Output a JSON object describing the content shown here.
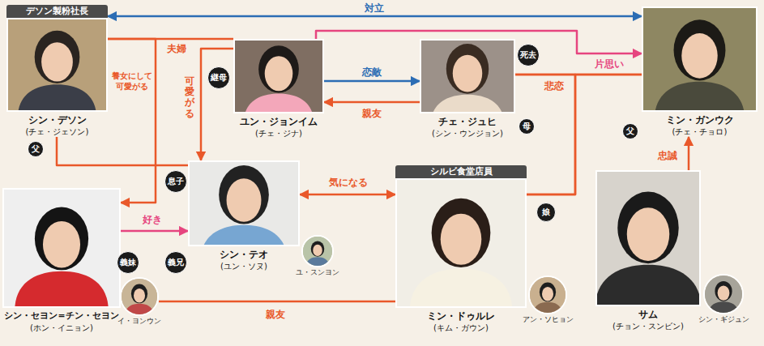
{
  "diagram": {
    "nodes": [
      {
        "text": [
          "デソン製粉社長",
          "シン・デソン",
          "(チェ・ジェソン)"
        ]
      },
      {
        "text": [
          "父"
        ],
        "in": 0
      },
      {
        "text": [
          "ユン・ジョンイム",
          "(チェ・ジナ)"
        ]
      },
      {
        "text": [
          "継母"
        ],
        "in": 2
      },
      {
        "text": [
          "チェ・ジュヒ",
          "(シン・ウンジョン)"
        ]
      },
      {
        "text": [
          "死去"
        ],
        "in": 4
      },
      {
        "text": [
          "母"
        ],
        "in": 4
      },
      {
        "text": [
          "ミン・ガンウク",
          "(チェ・チョロ)"
        ]
      },
      {
        "text": [
          "父"
        ],
        "in": 7
      },
      {
        "text": [
          "シン・セヨン=チン・セヨン",
          "(ホン・イニョン)"
        ]
      },
      {
        "text": [
          "義妹"
        ],
        "in": 9
      },
      {
        "text": [
          "イ・ヨンウン"
        ]
      },
      {
        "text": [
          "シン・テオ",
          "(ユン・ソヌ)"
        ]
      },
      {
        "text": [
          "息子"
        ],
        "in": 12
      },
      {
        "text": [
          "義兄"
        ],
        "in": 12
      },
      {
        "text": [
          "ユ・スンヨン"
        ]
      },
      {
        "text": [
          "シルビ食堂店員",
          "ミン・ドゥルレ",
          "(キム・ガウン)"
        ]
      },
      {
        "text": [
          "娘"
        ],
        "in": 16
      },
      {
        "text": [
          "アン・ソヒョン"
        ]
      },
      {
        "text": [
          "サム",
          "(チョン・スンビン)"
        ]
      },
      {
        "text": [
          "シン・ギジュン"
        ]
      }
    ],
    "edges": [
      {
        "from": 0,
        "to": 7,
        "label": "対立",
        "arrow": "both"
      },
      {
        "from": 0,
        "to": 2,
        "label": "夫婦",
        "arrow": "none"
      },
      {
        "from": 0,
        "to": 9,
        "label": "養女にして 可愛がる",
        "arrow": "to"
      },
      {
        "from": 2,
        "to": 7,
        "label": "片思い",
        "arrow": "to"
      },
      {
        "from": 2,
        "to": 12,
        "label": "可愛がる",
        "arrow": "to"
      },
      {
        "from": 2,
        "to": 4,
        "label": "恋敵",
        "arrow": "to"
      },
      {
        "from": 4,
        "to": 2,
        "label": "親友",
        "arrow": "to"
      },
      {
        "from": 4,
        "to": 7,
        "label": "悲恋",
        "arrow": "none"
      },
      {
        "from": 4,
        "to": 16,
        "arrow": "none"
      },
      {
        "from": 7,
        "to": 16,
        "arrow": "none"
      },
      {
        "from": 0,
        "to": 12,
        "arrow": "none"
      },
      {
        "from": 19,
        "to": 7,
        "label": "忠誠",
        "arrow": "to"
      },
      {
        "from": 12,
        "to": 16,
        "label": "気になる",
        "arrow": "both"
      },
      {
        "from": 9,
        "to": 12,
        "label": "好き",
        "arrow": "to"
      },
      {
        "from": 11,
        "to": 16,
        "label": "親友",
        "arrow": "none"
      }
    ]
  }
}
